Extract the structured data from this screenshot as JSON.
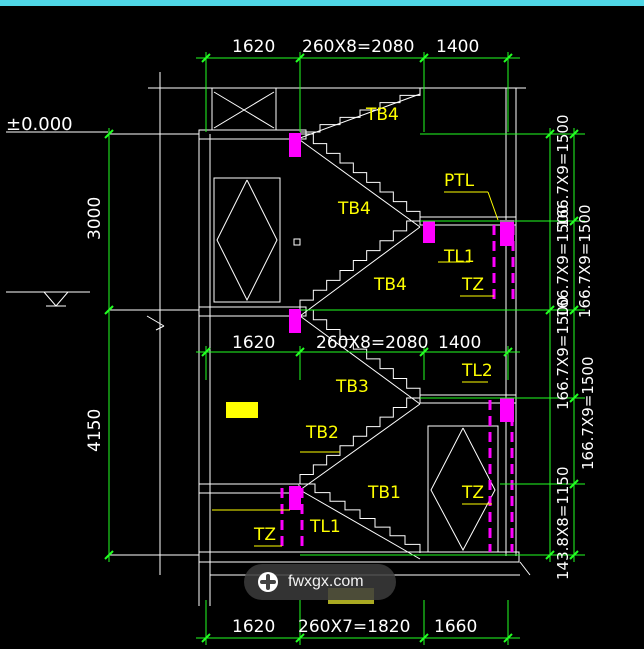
{
  "colors": {
    "background": "#000000",
    "dimension": "#22ff22",
    "structure": "#ffffff",
    "label": "#ffff00",
    "column": "#ff00ff",
    "top_bar": "#4fd7e6"
  },
  "elevation": {
    "level_label": "±0.000",
    "heights": [
      "3000",
      "4150"
    ]
  },
  "dimensions": {
    "top_row": [
      "1620",
      "260X8=2080",
      "1400"
    ],
    "middle_row": [
      "1620",
      "260X8=2080",
      "1400"
    ],
    "bottom_row": [
      "1620",
      "260X7=1820",
      "1660"
    ],
    "right_inner": [
      "166.7X9=1500",
      "166.7X9=1500",
      "166.7X9=1500",
      "143.8X8=1150"
    ],
    "right_outer": [
      "166.7X9=1500",
      "166.7X9=1500"
    ]
  },
  "labels": {
    "tb4_top": "TB4",
    "tb4_mid": "TB4",
    "tb4_low": "TB4",
    "ptl": "PTL",
    "tl1": "TL1",
    "tz_upper": "TZ",
    "tb3": "TB3",
    "tl2": "TL2",
    "tb2": "TB2",
    "tb1": "TB1",
    "tz_lower_right": "TZ",
    "tz_lower_left": "TZ",
    "tl1_lower": "TL1"
  },
  "watermark": {
    "text": "fwxgx.com",
    "icon": "globe-icon"
  }
}
